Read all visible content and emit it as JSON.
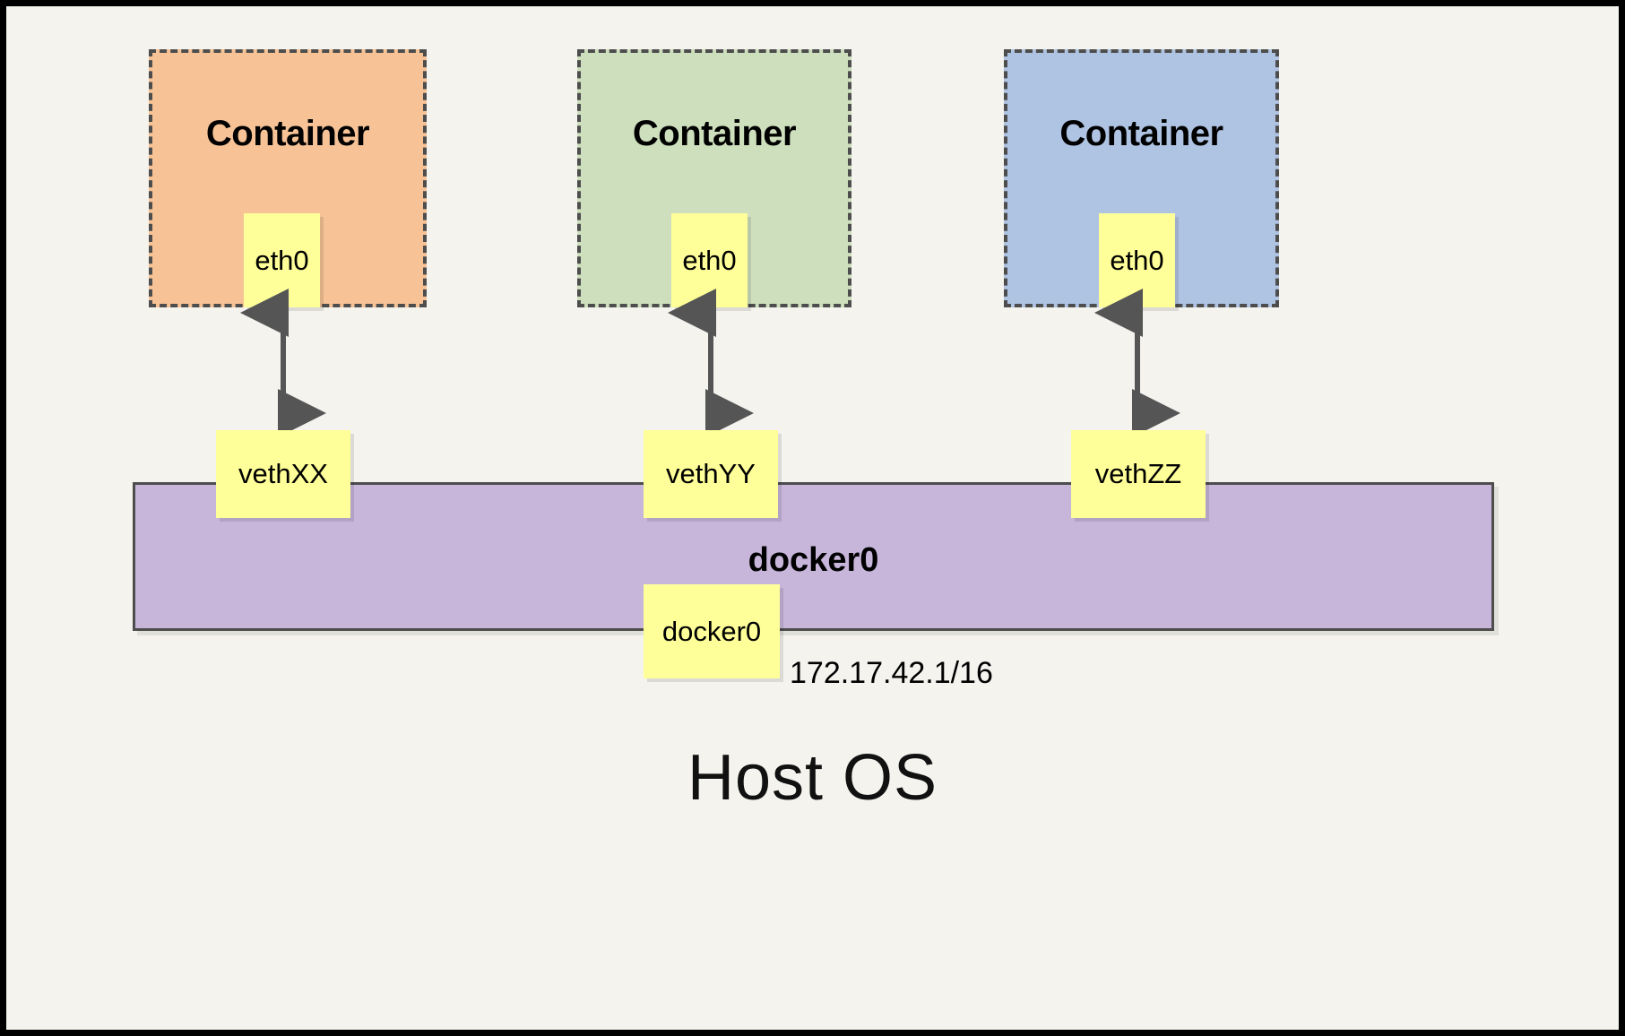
{
  "diagram": {
    "title_bottom": "Host OS",
    "background_color": "#f4f3ee",
    "frame_color": "#000000"
  },
  "containers": [
    {
      "label": "Container",
      "fill": "#f7c396",
      "border_color": "#4d4d4d",
      "interface": {
        "label": "eth0",
        "fill": "#ffff99"
      }
    },
    {
      "label": "Container",
      "fill": "#cedfbd",
      "border_color": "#4d4d4d",
      "interface": {
        "label": "eth0",
        "fill": "#ffff99"
      }
    },
    {
      "label": "Container",
      "fill": "#afc3e3",
      "border_color": "#4d4d4d",
      "interface": {
        "label": "eth0",
        "fill": "#ffff99"
      }
    }
  ],
  "veths": [
    {
      "label": "vethXX",
      "fill": "#ffff99"
    },
    {
      "label": "vethYY",
      "fill": "#ffff99"
    },
    {
      "label": "vethZZ",
      "fill": "#ffff99"
    }
  ],
  "bridge": {
    "label": "docker0",
    "fill": "#c7b5da",
    "border_color": "#4d4d4d",
    "interface": {
      "label": "docker0",
      "fill": "#ffff99"
    },
    "ip_address": "172.17.42.1/16"
  },
  "arrows": {
    "count": 3,
    "style": "double-headed",
    "color": "#555555",
    "description": "bidirectional link between container eth0 and host veth"
  }
}
